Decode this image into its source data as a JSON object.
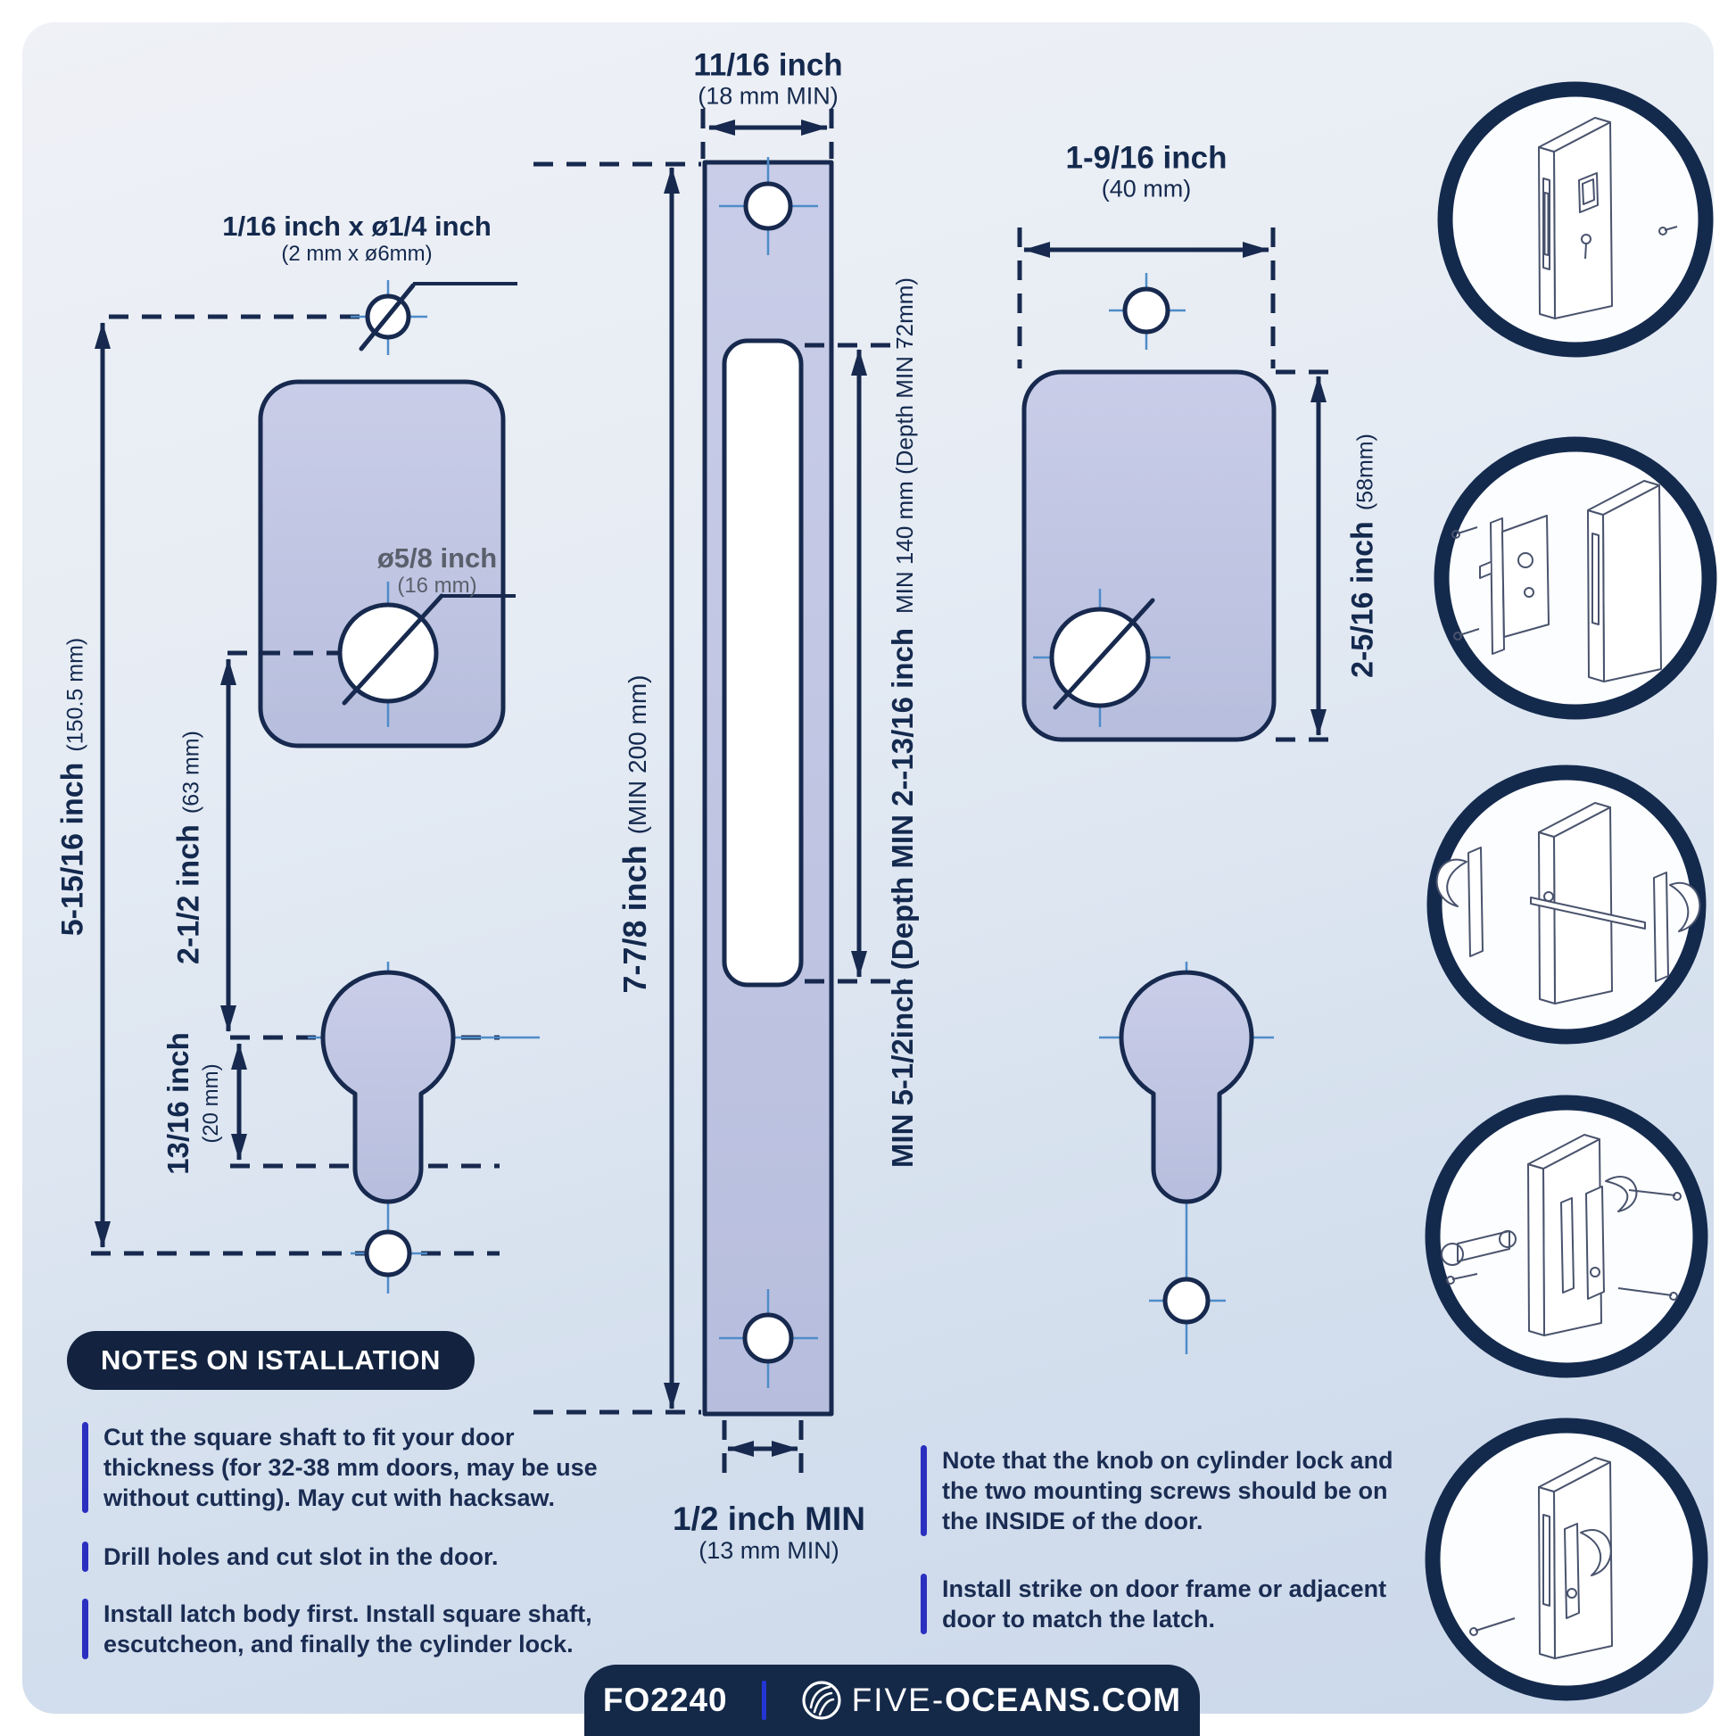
{
  "colors": {
    "navy": "#17294e",
    "lavender": "#c5cae6",
    "crosshair_blue": "#4f8cc9",
    "note_bar_blue": "#2b2fc0",
    "badge_bg": "#13233f",
    "footer_bg": "#142848",
    "gray_label": "#5a606b",
    "background_top": "#eff1f6",
    "background_bottom": "#cbd8ea"
  },
  "left_figure": {
    "drill_label": {
      "main": "1/16 inch x ø1/4 inch",
      "sub": "(2 mm x ø6mm)"
    },
    "hole_label": {
      "main": "ø5/8 inch",
      "sub": "(16 mm)"
    },
    "dim_total": {
      "main": "5-15/16 inch",
      "sub": "(150.5 mm)"
    },
    "dim_hole_keyhole": {
      "main": "2-1/2 inch",
      "sub": "(63 mm)"
    },
    "dim_keyhole": {
      "main": "13/16 inch",
      "sub": "(20 mm)"
    }
  },
  "center_figure": {
    "dim_width": {
      "main": "11/16 inch",
      "sub": "(18 mm MIN)"
    },
    "dim_height": {
      "main": "7-7/8 inch",
      "sub": "(MIN 200 mm)"
    },
    "dim_slot": {
      "bold": "MIN 5-1/2inch (Depth MIN 2--13/16 inch",
      "regular": "MIN 140 mm (Depth MIN 72mm)"
    },
    "dim_bottom": {
      "main": "1/2 inch MIN",
      "sub": "(13 mm MIN)"
    }
  },
  "right_figure": {
    "dim_width": {
      "main": "1-9/16 inch",
      "sub": "(40 mm)"
    },
    "dim_height": {
      "main": "2-5/16 inch",
      "sub": "(58mm)"
    }
  },
  "notes": {
    "title": "NOTES ON ISTALLATION",
    "left": [
      {
        "lines": [
          "Cut the square shaft to fit your door",
          "thickness (for 32-38 mm doors, may be use",
          "without cutting). May cut with hacksaw."
        ]
      },
      {
        "lines": [
          "Drill holes and cut slot in the door."
        ]
      },
      {
        "lines": [
          "Install latch body first. Install square shaft,",
          "escutcheon, and finally the cylinder lock."
        ]
      }
    ],
    "right": [
      {
        "lines": [
          "Note that the knob on cylinder lock and",
          "the two mounting screws should be on",
          "the INSIDE of the door."
        ]
      },
      {
        "lines": [
          "Install strike on door frame or adjacent",
          "door to match the latch."
        ]
      }
    ]
  },
  "footer": {
    "model": "FO2240",
    "brand_light": "FIVE-",
    "brand_bold": "OCEANS.COM"
  },
  "insets": [
    "latch-in-door",
    "latch-body-install",
    "handles-and-shaft",
    "cylinder-and-screws",
    "finished-lock"
  ]
}
